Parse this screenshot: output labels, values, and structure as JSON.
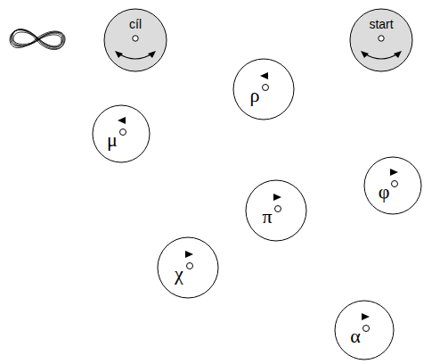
{
  "diagram": {
    "nodes": [
      {
        "text": [
          "cíl"
        ]
      },
      {
        "text": [
          "start"
        ]
      },
      {
        "text": [
          "ρ"
        ]
      },
      {
        "text": [
          "μ"
        ]
      },
      {
        "text": [
          "φ"
        ]
      },
      {
        "text": [
          "π"
        ]
      },
      {
        "text": [
          "χ"
        ]
      },
      {
        "text": [
          "α"
        ]
      }
    ]
  }
}
